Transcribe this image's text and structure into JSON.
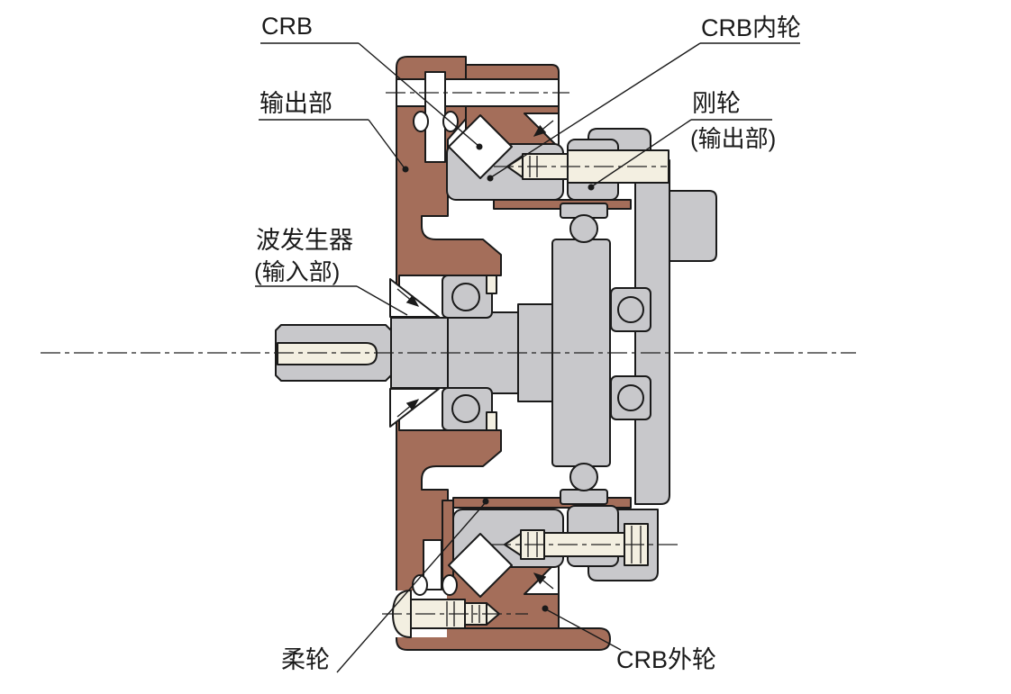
{
  "figure": {
    "labels": {
      "crb": "CRB",
      "output_section": "输出部",
      "crb_inner_ring": "CRB内轮",
      "rigid_wheel": "刚轮",
      "rigid_wheel_note": "(输出部)",
      "wave_generator": "波发生器",
      "wave_generator_note": "(输入部)",
      "flex_wheel": "柔轮",
      "crb_outer_ring": "CRB外轮"
    },
    "colors": {
      "housing_bronze": "#A46E5A",
      "steel_gray": "#C8C8CB",
      "bolt_cream": "#F3EFE1",
      "outline": "#1A1A1A",
      "background": "#FFFFFF"
    }
  }
}
